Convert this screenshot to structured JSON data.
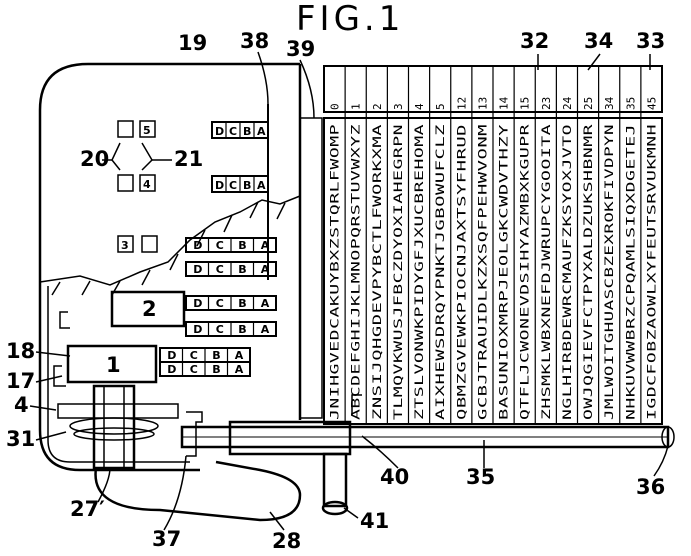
{
  "figure": {
    "title": "FIG.1"
  },
  "reference_numerals": {
    "n19": "19",
    "n38": "38",
    "n39": "39",
    "n32": "32",
    "n34": "34",
    "n33": "33",
    "n20": "20",
    "n21": "21",
    "n18": "18",
    "n17": "17",
    "n4": "4",
    "n31": "31",
    "n40": "40",
    "n35": "35",
    "n36": "36",
    "n27p": "27′",
    "n37": "37",
    "n28": "28",
    "n41": "41"
  },
  "keys": {
    "k5": "5",
    "k4": "4",
    "k3": "3",
    "k2": "2",
    "k1": "1"
  },
  "wheel_letters": [
    "D",
    "C",
    "B",
    "A"
  ],
  "header_row": [
    "0",
    "1",
    "2",
    "3",
    "4",
    "5",
    "12",
    "13",
    "14",
    "15",
    "23",
    "24",
    "25",
    "34",
    "35",
    "45"
  ],
  "cipher_strips": [
    "JNIHGVEDCAKUYBXZSTQRLFWOMP",
    "ABCDEFGHIJKLMNOPQRSTUVWXYZ",
    "ZNSIJQHGDEVPYBCTLFWORKXMA",
    "TLMQVKWUSJFBCZDYOXIAHEGRPN",
    "ZTSLVONWKPIDYGFJXUCBREHOMA",
    "AIXHEWSDRQYPNKTJGBOWUFCLZ",
    "QBMZGVEWKPIOCNJAXTSYFHRUD",
    "GCBJTRAUIDLKZXSQFPEHWVONM",
    "BASUNIOXMRPJEOLGKCWDVTHZY",
    "QTFLJCWONEVDSIHYAZMBXKGUPR",
    "ZHSMKLWBXNEFDJWRUPCYGOOITA",
    "NGLHIRBDEWRCMAUFZKSYOXJVTO",
    "OWJQGIEVFCTPYXALDZUKSHBNMR",
    "JMLWOITGHUASCBZEXROKFIVDPYN",
    "NHKUVWWBRZCPQAMLSIQXDGETEJ",
    "IGDCFOBZAOWLXYFEUTSRVUKMNH"
  ]
}
